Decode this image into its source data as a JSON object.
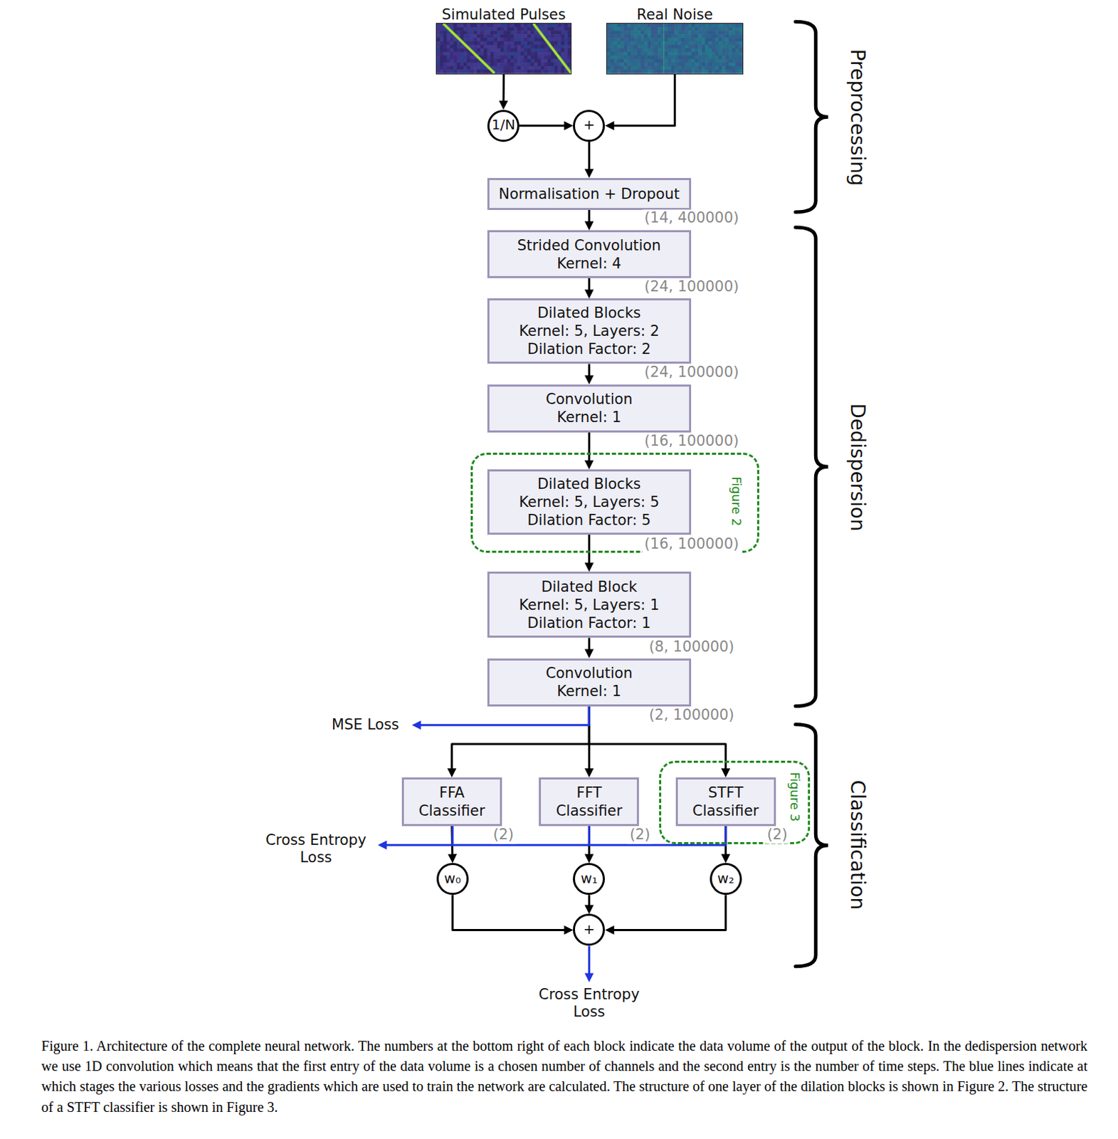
{
  "diagram": {
    "caption": "Figure 1. Architecture of the complete neural network. The numbers at the bottom right of each block indicate the data volume of the output of the block. In the dedispersion network we use 1D convolution which means that the first entry of the data volume is a chosen number of channels and the second entry is the number of time steps. The blue lines indicate at which stages the various losses and the gradients which are used to train the network are calculated. The structure of one layer of the dilation blocks is shown in Figure 2. The structure of a STFT classifier is shown in Figure 3.",
    "nodes": [
      {
        "text": [
          "Simulated Pulses"
        ]
      },
      {
        "text": [
          "Real Noise"
        ]
      },
      {
        "text": [
          "1/N"
        ]
      },
      {
        "text": [
          "+"
        ]
      },
      {
        "text": [
          "Normalisation + Dropout"
        ]
      },
      {
        "text": [
          "Strided Convolution",
          "Kernel: 4"
        ]
      },
      {
        "text": [
          "Dilated Blocks",
          "Kernel: 5, Layers: 2",
          "Dilation Factor: 2"
        ]
      },
      {
        "text": [
          "Convolution",
          "Kernel: 1"
        ]
      },
      {
        "text": [
          "Figure 2"
        ]
      },
      {
        "text": [
          "Dilated Blocks",
          "Kernel: 5, Layers: 5",
          "Dilation Factor: 5"
        ],
        "in": 8
      },
      {
        "text": [
          "Dilated Block",
          "Kernel: 5, Layers: 1",
          "Dilation Factor: 1"
        ]
      },
      {
        "text": [
          "Convolution",
          "Kernel: 1"
        ]
      },
      {
        "text": [
          "FFA Classifier"
        ]
      },
      {
        "text": [
          "FFT Classifier"
        ]
      },
      {
        "text": [
          "Figure 3"
        ]
      },
      {
        "text": [
          "STFT Classifier"
        ],
        "in": 14
      },
      {
        "text": [
          "w₀"
        ]
      },
      {
        "text": [
          "w₁"
        ]
      },
      {
        "text": [
          "w₂"
        ]
      },
      {
        "text": [
          "+"
        ]
      }
    ],
    "edges": [
      {
        "from": 0,
        "to": 2,
        "arrow": "to"
      },
      {
        "from": 2,
        "to": 3,
        "arrow": "to"
      },
      {
        "from": 1,
        "to": 3,
        "arrow": "to"
      },
      {
        "from": 3,
        "to": 4,
        "arrow": "to"
      },
      {
        "from": 4,
        "to": 5,
        "arrow": "to"
      },
      {
        "from": 5,
        "to": 6,
        "arrow": "to"
      },
      {
        "from": 6,
        "to": 7,
        "arrow": "to"
      },
      {
        "from": 7,
        "to": 9,
        "arrow": "to"
      },
      {
        "from": 9,
        "to": 10,
        "arrow": "to"
      },
      {
        "from": 10,
        "to": 11,
        "arrow": "to"
      },
      {
        "from": 11,
        "to": 12,
        "arrow": "to"
      },
      {
        "from": 11,
        "to": 13,
        "arrow": "to"
      },
      {
        "from": 11,
        "to": 15,
        "arrow": "to"
      },
      {
        "from": 12,
        "to": 16,
        "arrow": "to"
      },
      {
        "from": 13,
        "to": 17,
        "arrow": "to"
      },
      {
        "from": 15,
        "to": 18,
        "arrow": "to"
      },
      {
        "from": 16,
        "to": 19,
        "arrow": "to"
      },
      {
        "from": 17,
        "to": 19,
        "arrow": "to"
      },
      {
        "from": 18,
        "to": 19,
        "arrow": "to"
      }
    ],
    "labels": [
      "(14, 400000)",
      "(24, 100000)",
      "(24, 100000)",
      "(16, 100000)",
      "(16, 100000)",
      "(8, 100000)",
      "(2, 100000)",
      "MSE Loss",
      "(2)",
      "(2)",
      "(2)",
      "Cross Entropy Loss",
      "Cross Entropy Loss",
      "Preprocessing",
      "Dedispersion",
      "Classification"
    ]
  }
}
